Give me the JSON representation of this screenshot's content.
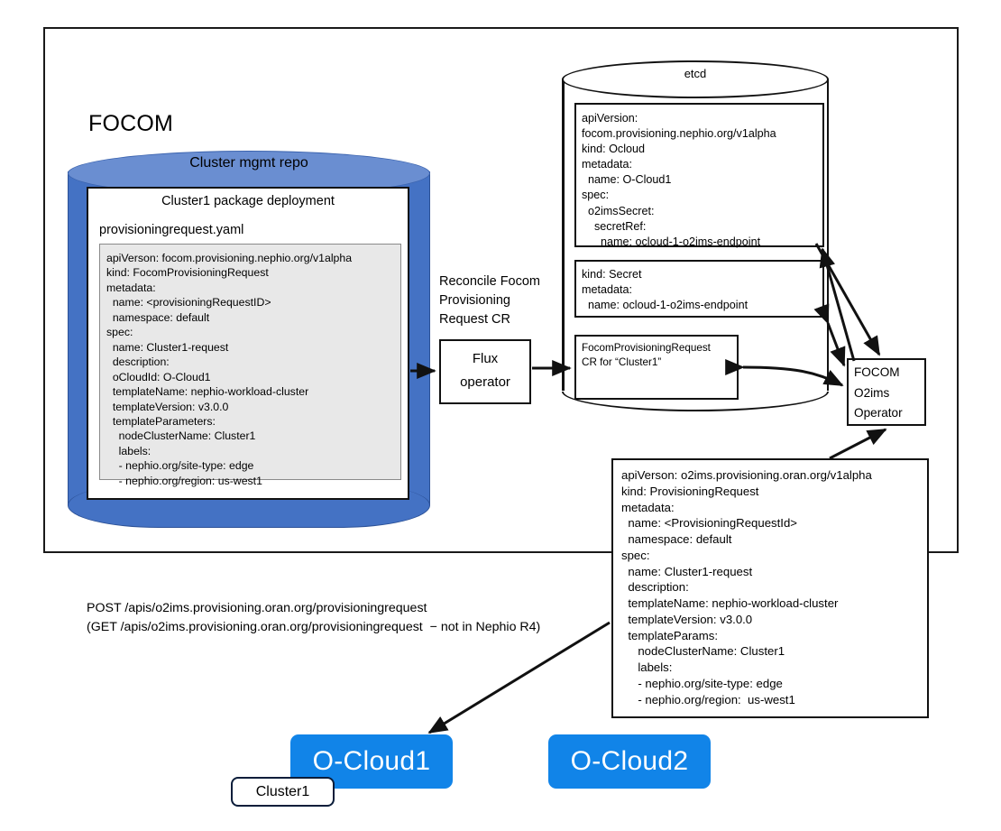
{
  "diagram": {
    "frame_label": "FOCOM",
    "accent_blue": "#1184e8",
    "repo_blue": "#4472C4",
    "repo_top_blue": "#6a8ed1"
  },
  "repo": {
    "cylinder_label": "Cluster mgmt repo",
    "package_title": "Cluster1 package deployment",
    "file_name": "provisioningrequest.yaml",
    "yaml": "apiVerson: focom.provisioning.nephio.org/v1alpha\nkind: FocomProvisioningRequest\nmetadata:\n  name: <provisioningRequestID>\n  namespace: default\nspec:\n  name: Cluster1-request\n  description:\n  oCloudId: O-Cloud1\n  templateName: nephio-workload-cluster\n  templateVersion: v3.0.0\n  templateParameters:\n    nodeClusterName: Cluster1\n    labels:\n    - nephio.org/site-type: edge\n    - nephio.org/region: us-west1"
  },
  "flux": {
    "reconcile_label": "Reconcile Focom\nProvisioning\nRequest CR",
    "box_label": "Flux\noperator"
  },
  "etcd": {
    "label": "etcd",
    "ocloud_cr": "apiVersion:\nfocom.provisioning.nephio.org/v1alpha\nkind: Ocloud\nmetadata:\n  name: O-Cloud1\nspec:\n  o2imsSecret:\n    secretRef:\n      name: ocloud-1-o2ims-endpoint",
    "secret_cr": "kind: Secret\nmetadata:\n  name: ocloud-1-o2ims-endpoint",
    "fpr_cr": "FocomProvisioningRequest\nCR for “Cluster1”"
  },
  "operator": {
    "label": "FOCOM\nO2ims\nOperator"
  },
  "provisioning_request": {
    "yaml": "apiVerson: o2ims.provisioning.oran.org/v1alpha\nkind: ProvisioningRequest\nmetadata:\n  name: <ProvisioningRequestId>\n  namespace: default\nspec:\n  name: Cluster1-request\n  description:\n  templateName: nephio-workload-cluster\n  templateVersion: v3.0.0\n  templateParams:\n     nodeClusterName: Cluster1\n     labels:\n     - nephio.org/site-type: edge\n     - nephio.org/region:  us-west1"
  },
  "api_note": {
    "text": "POST /apis/o2ims.provisioning.oran.org/provisioningrequest\n(GET /apis/o2ims.provisioning.oran.org/provisioningrequest  − not in Nephio R4)"
  },
  "clouds": {
    "cloud1": "O-Cloud1",
    "cloud2": "O-Cloud2",
    "cluster_callout": "Cluster1"
  }
}
